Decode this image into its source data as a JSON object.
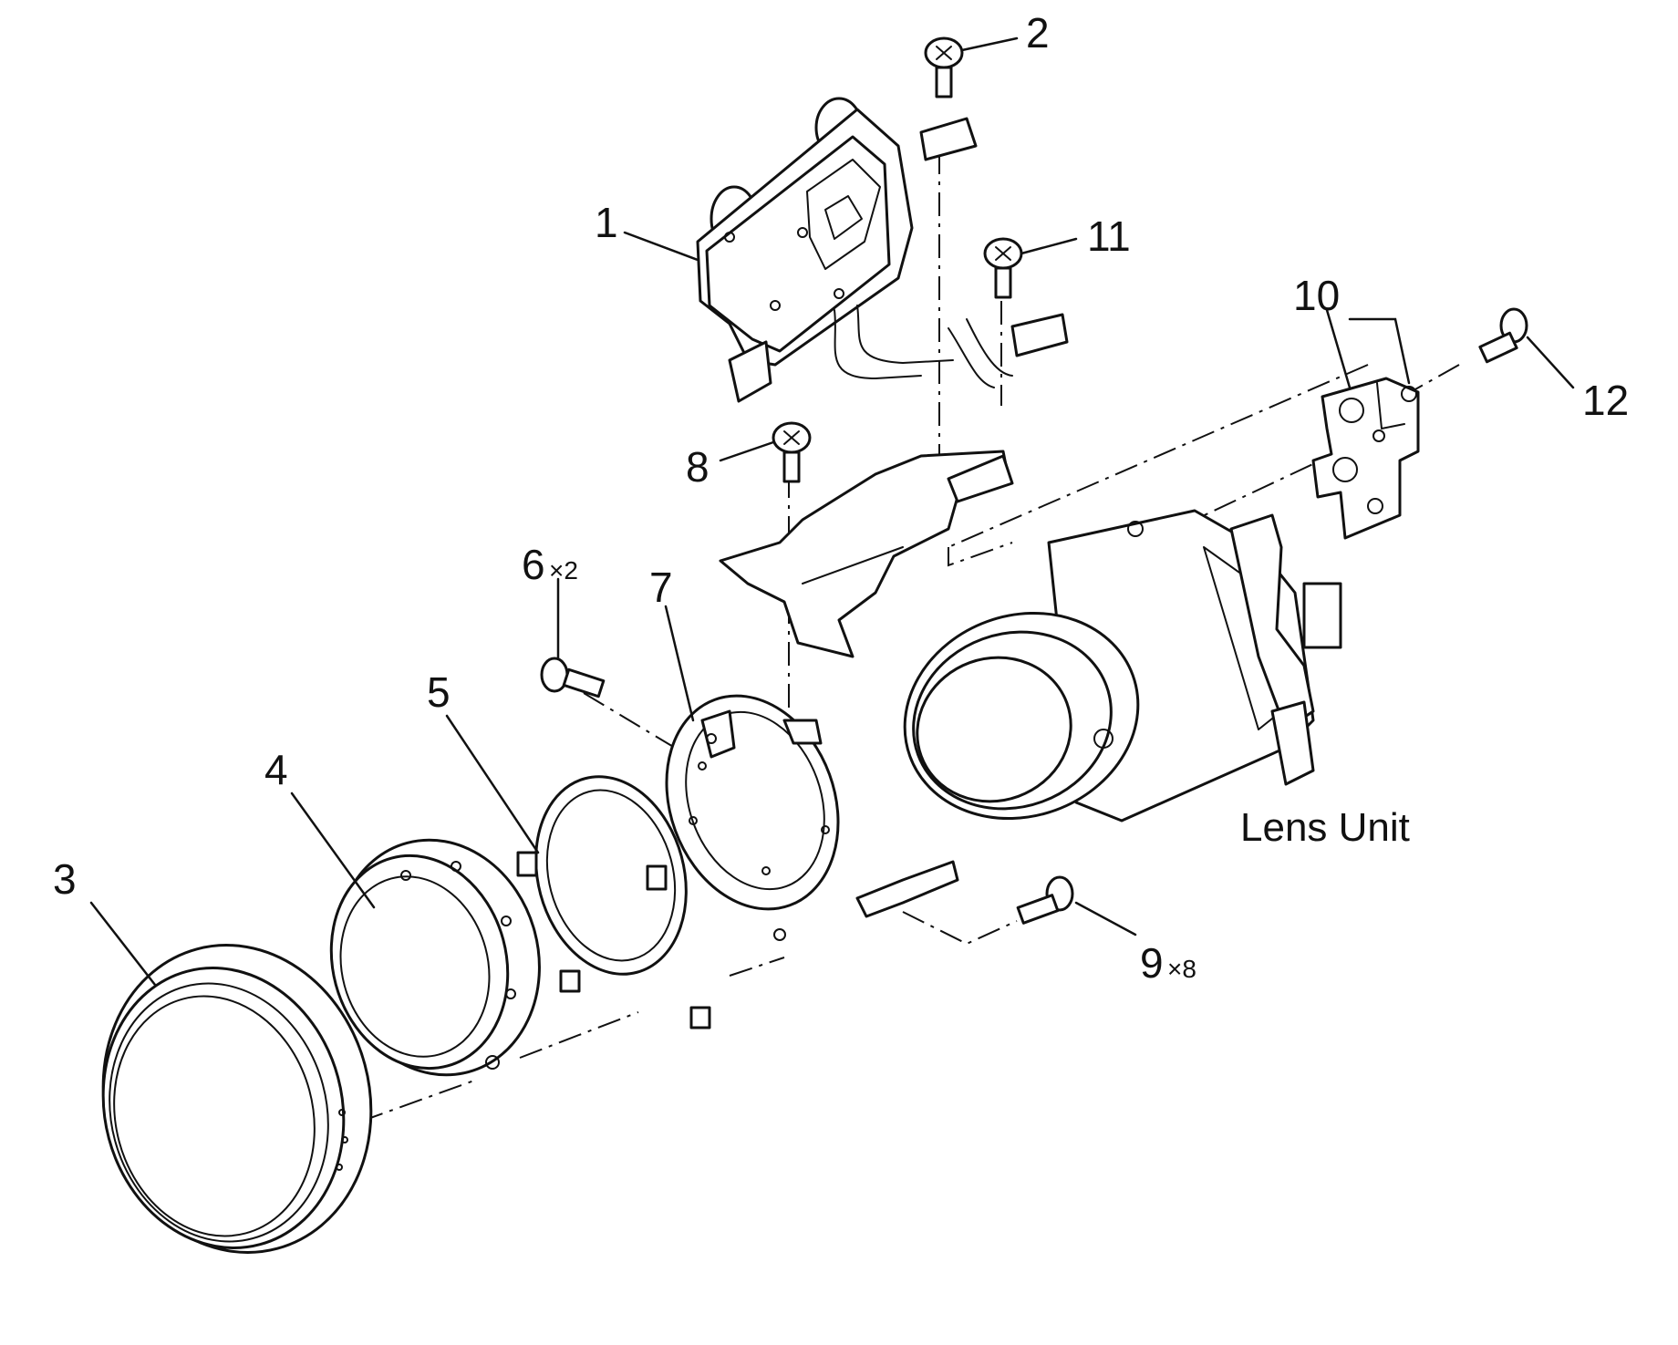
{
  "diagram": {
    "callouts": [
      {
        "id": "1",
        "label": "1"
      },
      {
        "id": "2",
        "label": "2"
      },
      {
        "id": "3",
        "label": "3"
      },
      {
        "id": "4",
        "label": "4"
      },
      {
        "id": "5",
        "label": "5"
      },
      {
        "id": "6",
        "label": "6",
        "qty": "×2"
      },
      {
        "id": "7",
        "label": "7"
      },
      {
        "id": "8",
        "label": "8"
      },
      {
        "id": "9",
        "label": "9",
        "qty": "×8"
      },
      {
        "id": "10",
        "label": "10"
      },
      {
        "id": "11",
        "label": "11"
      },
      {
        "id": "12",
        "label": "12"
      }
    ],
    "unit_label": "Lens Unit"
  }
}
